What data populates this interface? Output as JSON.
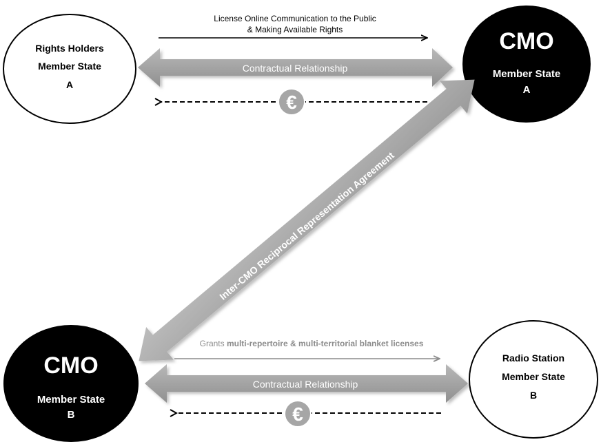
{
  "nodes": {
    "rights_holders_a": {
      "line1": "Rights Holders",
      "line2": "Member State",
      "line3": "A"
    },
    "cmo_a": {
      "title": "CMO",
      "line2": "Member State",
      "line3": "A"
    },
    "cmo_b": {
      "title": "CMO",
      "line2": "Member State",
      "line3": "B"
    },
    "radio_station_b": {
      "line1": "Radio Station",
      "line2": "Member State",
      "line3": "B"
    }
  },
  "edges": {
    "license_top": {
      "line1": "License Online Communication to the Public",
      "line2": "& Making Available Rights"
    },
    "contract_top": {
      "label": "Contractual Relationship"
    },
    "payment_top": {
      "symbol": "€"
    },
    "reciprocal": {
      "label": "Inter-CMO Reciprocal Representation Agreement"
    },
    "grants_bottom": {
      "prefix": "Grants ",
      "bold": "multi-repertoire & multi-territorial  blanket licenses"
    },
    "contract_bottom": {
      "label": "Contractual Relationship"
    },
    "payment_bottom": {
      "symbol": "€"
    }
  },
  "colors": {
    "arrow_fill": "#a6a6a6",
    "arrow_fill_dark": "#8c8c8c",
    "node_dark": "#000000",
    "node_light": "#ffffff",
    "euro_fill": "#a6a6a6",
    "text_white": "#ffffff",
    "grants_gray": "#8c8c8c"
  }
}
